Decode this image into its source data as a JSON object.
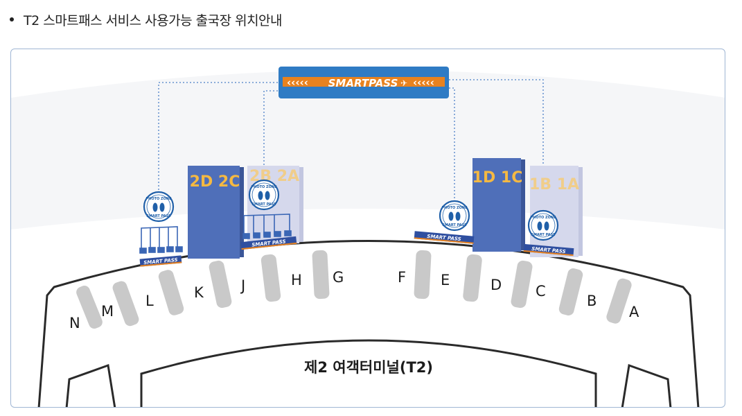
{
  "heading": {
    "text": "T2 스마트패스 서비스 사용가능 출국장 위치안내"
  },
  "banner": {
    "logo_text": "SMARTPASS"
  },
  "gates": [
    {
      "label": "2D 2C",
      "style": "dark"
    },
    {
      "label": "2B 2A",
      "style": "light"
    },
    {
      "label": "1D 1C",
      "style": "dark"
    },
    {
      "label": "1B 1A",
      "style": "light"
    }
  ],
  "badges": [
    {
      "top": "PHOTO ZONE",
      "bottom": "SMART PASS"
    },
    {
      "top": "PHOTO ZONE",
      "bottom": "SMART PASS"
    },
    {
      "top": "PHOTO ZONE",
      "bottom": "SMART PASS"
    },
    {
      "top": "PHOTO ZONE",
      "bottom": "SMART PASS"
    }
  ],
  "strips": [
    {
      "text": "SMART PASS"
    },
    {
      "text": "SMART PASS"
    },
    {
      "text": "SMART PASS"
    },
    {
      "text": "SMART PASS"
    }
  ],
  "piers": [
    "N",
    "M",
    "L",
    "K",
    "J",
    "H",
    "G",
    "F",
    "E",
    "D",
    "C",
    "B",
    "A"
  ],
  "terminal": {
    "label": "제2 여객터미널(T2)"
  },
  "colors": {
    "accent_orange": "#e8821f",
    "banner_blue": "#2f7bc4",
    "gate_dark": "#4f6fb9",
    "gate_light": "#d5d8ec",
    "pier_gray": "#c9c9c9"
  }
}
